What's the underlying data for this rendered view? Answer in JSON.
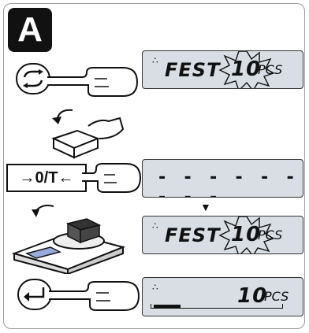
{
  "step": {
    "label": "A"
  },
  "displays": [
    {
      "star": "∴",
      "text": "FEST",
      "value": "10",
      "unit": "PCS"
    },
    {
      "dashes": "- - - - - - - - -"
    },
    {
      "star": "∴",
      "text": "FEST",
      "value": "10",
      "unit": "PCS"
    },
    {
      "star": "∴",
      "value": "10",
      "unit": "PCS"
    }
  ],
  "keys": {
    "toggle": {
      "icon": "toggle-arrows-icon"
    },
    "zero_tare": {
      "label": "→0/T←"
    },
    "enter": {
      "icon": "enter-arrow-icon"
    }
  },
  "indicator": {
    "icon": "down-triangle-icon",
    "glyph": "▼"
  }
}
